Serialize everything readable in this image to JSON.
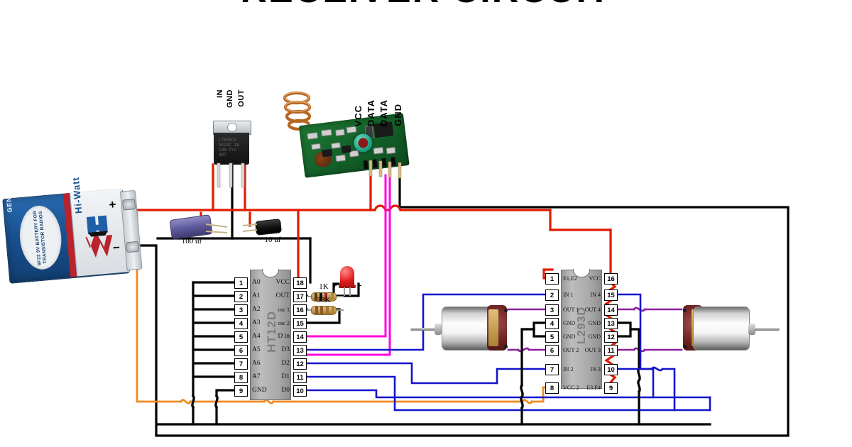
{
  "page": {
    "title": "RECEIVER CIRCUIT"
  },
  "battery": {
    "name": "9v-battery",
    "brand": "Hi-Watt",
    "general_purpose": "GENERAL PURPOSE",
    "spec": "6F22 9V BATTERY FOR TRANSISTOR RADIOS",
    "plus": "+",
    "minus": "−"
  },
  "regulator": {
    "name": "voltage-regulator",
    "marking": "L7805CV\nSK24C   1A\nCHN  Pro\n407",
    "pins": [
      "IN",
      "GND",
      "OUT"
    ]
  },
  "rf_module": {
    "name": "rf-receiver-module",
    "pins": [
      "VCC",
      "DATA",
      "DATA",
      "GND"
    ]
  },
  "capacitors": [
    {
      "name": "capacitor-100uf",
      "label": "100 uf"
    },
    {
      "name": "capacitor-10uf",
      "label": "10 uf"
    }
  ],
  "resistors": [
    {
      "name": "resistor-1k",
      "label": "1K"
    },
    {
      "name": "resistor-33k",
      "label": "33K"
    }
  ],
  "led": {
    "name": "indicator-led",
    "plus": "+",
    "minus": "−"
  },
  "decoder_ic": {
    "name": "ht12d-decoder",
    "chip_label": "HT12D",
    "left_pins": [
      {
        "num": "1",
        "label": "A0"
      },
      {
        "num": "2",
        "label": "A1"
      },
      {
        "num": "3",
        "label": "A2"
      },
      {
        "num": "4",
        "label": "A3"
      },
      {
        "num": "5",
        "label": "A4"
      },
      {
        "num": "6",
        "label": "A5"
      },
      {
        "num": "7",
        "label": "A6"
      },
      {
        "num": "8",
        "label": "A7"
      },
      {
        "num": "9",
        "label": "GND"
      }
    ],
    "right_pins": [
      {
        "num": "18",
        "label": "VCC"
      },
      {
        "num": "17",
        "label": "OUT"
      },
      {
        "num": "16",
        "label": "osc 1"
      },
      {
        "num": "15",
        "label": "osc 2"
      },
      {
        "num": "14",
        "label": "D in"
      },
      {
        "num": "13",
        "label": "D3"
      },
      {
        "num": "12",
        "label": "D2"
      },
      {
        "num": "11",
        "label": "D1"
      },
      {
        "num": "10",
        "label": "D0"
      }
    ]
  },
  "driver_ic": {
    "name": "l293d-motor-driver",
    "chip_label": "L293D",
    "left_pins": [
      {
        "num": "1",
        "label": "E1,E2"
      },
      {
        "num": "2",
        "label": "IN 1"
      },
      {
        "num": "3",
        "label": "OUT 1"
      },
      {
        "num": "4",
        "label": "GND"
      },
      {
        "num": "5",
        "label": "GND"
      },
      {
        "num": "6",
        "label": "OUT 2"
      },
      {
        "num": "7",
        "label": "IN 2"
      },
      {
        "num": "8",
        "label": "VCC 2"
      }
    ],
    "right_pins": [
      {
        "num": "16",
        "label": "VCC"
      },
      {
        "num": "15",
        "label": "IN 4"
      },
      {
        "num": "14",
        "label": "OUT 4"
      },
      {
        "num": "13",
        "label": "GND"
      },
      {
        "num": "12",
        "label": "GND"
      },
      {
        "num": "11",
        "label": "OUT 3"
      },
      {
        "num": "10",
        "label": "IN 3"
      },
      {
        "num": "9",
        "label": "E3,E4"
      }
    ]
  },
  "motors": [
    {
      "name": "dc-motor-left"
    },
    {
      "name": "dc-motor-right"
    }
  ],
  "colors": {
    "wire_positive": "#e01b00",
    "wire_ground": "#000000",
    "wire_data": "#ff00e0",
    "wire_signal": "#1414cc",
    "wire_motor": "#8b1f9e",
    "wire_aux": "#ef8a1f",
    "ic_body": "#a9a9a9",
    "led": "#e01b1b"
  }
}
